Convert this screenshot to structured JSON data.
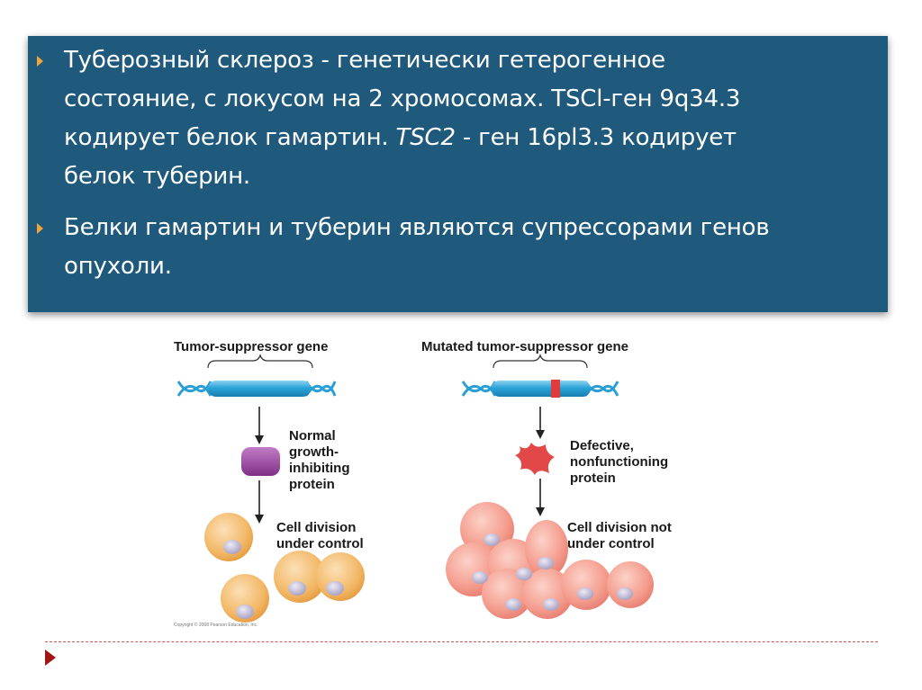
{
  "bullets": {
    "b1": {
      "line1": "Туберозный склероз - генетически гетерогенное",
      "line2": "состояние, с локусом на 2 хромосомах. TSCl-ген 9q34.3",
      "line3_before": "кодирует белок гамартин. ",
      "line3_italic": "TSC2",
      "line3_after": " - ген 16pl3.3 кодирует",
      "line4": "белок туберин."
    },
    "b2": {
      "line1": "Белки гамартин и туберин являются супрессорами генов",
      "line2": "опухоли."
    }
  },
  "figure": {
    "left": {
      "title": "Tumor-suppressor gene",
      "protein_label": [
        "Normal",
        "growth-",
        "inhibiting",
        "protein"
      ],
      "division_label": [
        "Cell division",
        "under control"
      ]
    },
    "right": {
      "title": "Mutated tumor-suppressor gene",
      "protein_label": [
        "Defective,",
        "nonfunctioning",
        "protein"
      ],
      "division_label": [
        "Cell division not",
        "under control"
      ]
    },
    "copyright": "Copyright © 2008 Pearson Education, Inc."
  },
  "colors": {
    "text_box_bg": "#1f5a7d",
    "bullet_accent": "#f2a33a",
    "nav_arrow": "#a01515",
    "gene_bar": "#29a3d6",
    "mutation_band": "#e23b3b",
    "normal_protein": "#9b3d9e",
    "defective_protein": "#e04545",
    "normal_cell": "#f2b86a",
    "tumor_cell": "#f39a8e"
  },
  "icons": {
    "bullet": "orange-triangle-bullet-icon",
    "nav": "red-triangle-nav-icon"
  }
}
